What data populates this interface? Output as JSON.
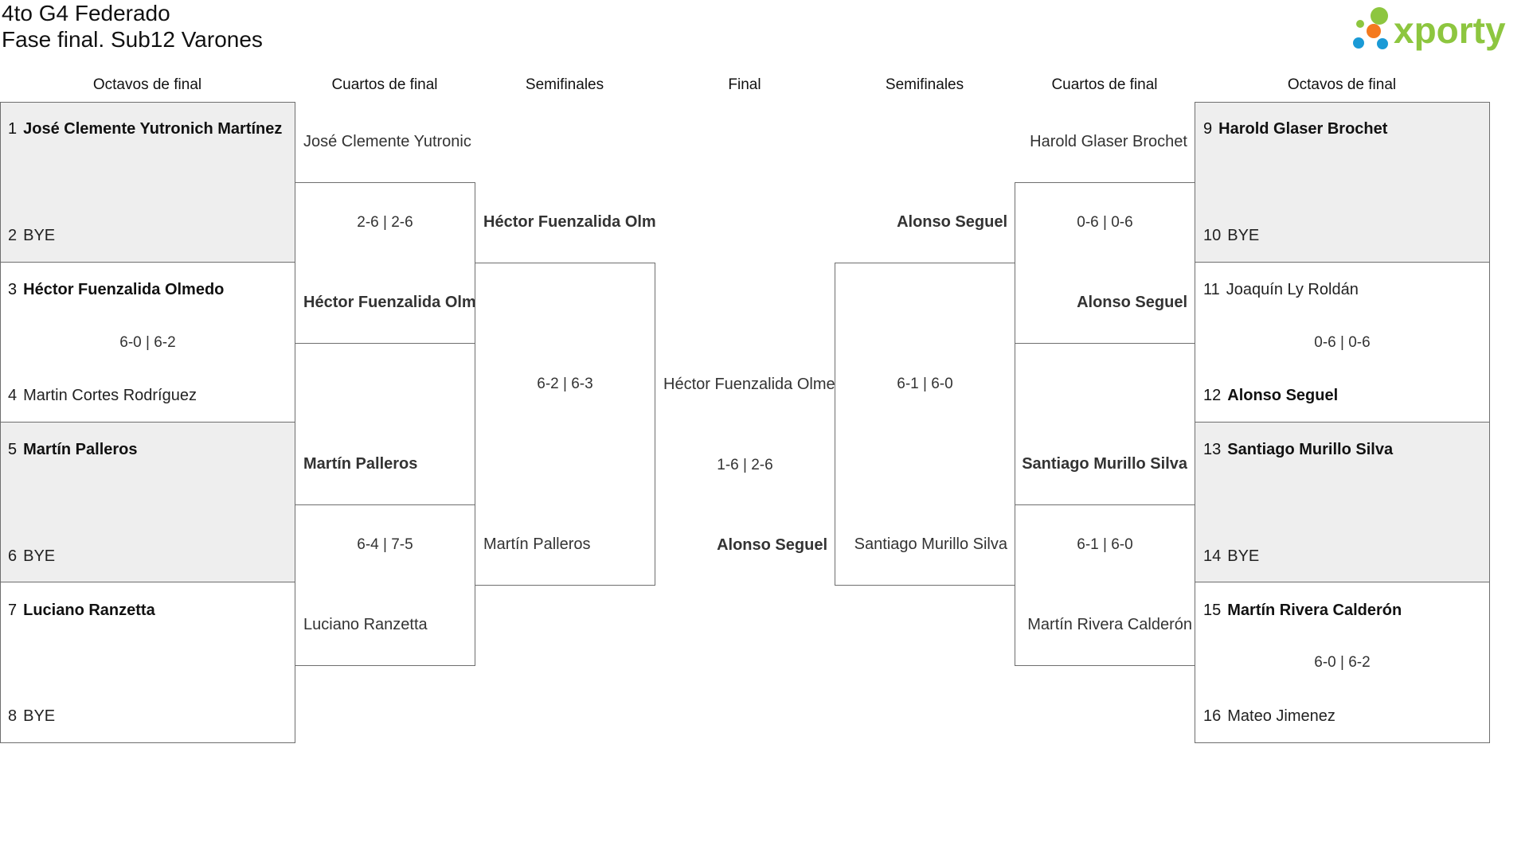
{
  "header": {
    "title_line1": "4to G4 Federado",
    "title_line2": "Fase final. Sub12 Varones",
    "logo_text": "xporty",
    "logo_colors": [
      "#8dc63f",
      "#f47a1f",
      "#1a9ad6",
      "#8dc63f"
    ]
  },
  "columns": {
    "left_r16": "Octavos de final",
    "left_qf": "Cuartos de final",
    "left_sf": "Semifinales",
    "final": "Final",
    "right_sf": "Semifinales",
    "right_qf": "Cuartos de final",
    "right_r16": "Octavos de final"
  },
  "left_r16": [
    {
      "p1_seed": "1",
      "p1": "José Clemente Yutronich Martínez",
      "p2_seed": "2",
      "p2": "BYE",
      "score": ""
    },
    {
      "p1_seed": "3",
      "p1": "Héctor Fuenzalida Olmedo",
      "p2_seed": "4",
      "p2": "Martin Cortes Rodríguez",
      "score": "6-0 | 6-2"
    },
    {
      "p1_seed": "5",
      "p1": "Martín Palleros",
      "p2_seed": "6",
      "p2": "BYE",
      "score": ""
    },
    {
      "p1_seed": "7",
      "p1": "Luciano Ranzetta",
      "p2_seed": "8",
      "p2": "BYE",
      "score": ""
    }
  ],
  "right_r16": [
    {
      "p1_seed": "9",
      "p1": "Harold Glaser Brochet",
      "p2_seed": "10",
      "p2": "BYE",
      "score": ""
    },
    {
      "p1_seed": "11",
      "p1": "Joaquín Ly Roldán",
      "p2_seed": "12",
      "p2": "Alonso Seguel",
      "score": "0-6 | 0-6"
    },
    {
      "p1_seed": "13",
      "p1": "Santiago Murillo Silva",
      "p2_seed": "14",
      "p2": "BYE",
      "score": ""
    },
    {
      "p1_seed": "15",
      "p1": "Martín Rivera Calderón",
      "p2_seed": "16",
      "p2": "Mateo Jimenez",
      "score": "6-0 | 6-2"
    }
  ],
  "left_qf": [
    {
      "p1": "José Clemente Yutronic",
      "score": "2-6 | 2-6",
      "p2": "Héctor Fuenzalida Olme"
    },
    {
      "p1": "Martín Palleros",
      "score": "6-4 | 7-5",
      "p2": "Luciano Ranzetta"
    }
  ],
  "right_qf": [
    {
      "p1": "Harold Glaser Brochet",
      "score": "0-6 | 0-6",
      "p2": "Alonso Seguel"
    },
    {
      "p1": "Santiago Murillo Silva",
      "score": "6-1 | 6-0",
      "p2": "Martín Rivera Calderón"
    }
  ],
  "left_sf": {
    "p1": "Héctor Fuenzalida Olme",
    "score": "6-2 | 6-3",
    "p2": "Martín Palleros"
  },
  "right_sf": {
    "p1": "Alonso Seguel",
    "score": "6-1 | 6-0",
    "p2": "Santiago Murillo Silva"
  },
  "final": {
    "p1": "Héctor Fuenzalida Olme",
    "score": "1-6 | 2-6",
    "p2": "Alonso Seguel"
  }
}
